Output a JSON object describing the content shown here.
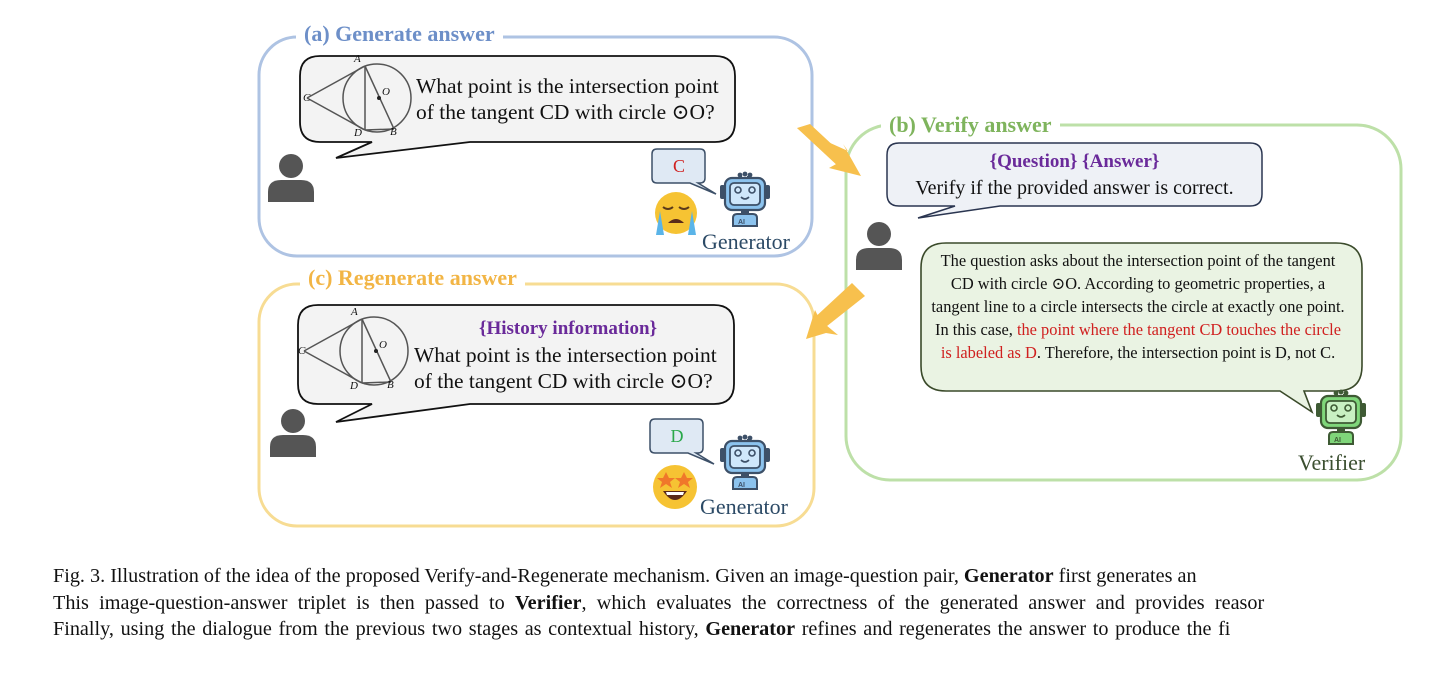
{
  "colors": {
    "panel_a": "#aec3e3",
    "panel_b": "#bde0a8",
    "panel_c": "#f7dc93",
    "title_a": "#6d8fc8",
    "title_b": "#7fb45d",
    "title_c": "#f2b545",
    "arrow": "#f7c04d",
    "emphasis_purple": "#6a2a9a",
    "emphasis_red": "#d0201f",
    "answer_wrong": "#d0201f",
    "answer_right": "#2aa84a"
  },
  "panels": {
    "a": {
      "title": "(a) Generate answer",
      "question_line1": "What point is the intersection point",
      "question_line2": "of the tangent CD with circle ⊙O?",
      "answer": "C",
      "emoji": "crying-face",
      "agent_label": "Generator"
    },
    "b": {
      "title": "(b) Verify answer",
      "prompt_header": "{Question} {Answer}",
      "prompt_text": "Verify if the provided answer is correct.",
      "response_part1": "The question asks about the intersection point of the tangent CD with circle ⊙O. According to geometric properties, a tangent line to a circle intersects the circle at exactly one point. In this case, ",
      "response_highlight": "the point where the tangent CD touches the circle is labeled as D",
      "response_part2": ". Therefore, the intersection point is D, not C.",
      "agent_label": "Verifier"
    },
    "c": {
      "title": "(c) Regenerate answer",
      "prompt_header": "{History information}",
      "question_line1": "What point is the intersection point",
      "question_line2": "of the tangent CD with circle ⊙O?",
      "answer": "D",
      "emoji": "star-struck-face",
      "agent_label": "Generator"
    }
  },
  "geometry_labels": {
    "A": "A",
    "B": "B",
    "C": "C",
    "D": "D",
    "O": "O"
  },
  "caption": {
    "line1_a": "Fig. 3.  Illustration of the idea of the proposed Verify-and-Regenerate mechanism. Given an image-question pair, ",
    "line1_b": "Generator",
    "line1_c": " first generates an",
    "line2_a": "This image-question-answer triplet is then passed to ",
    "line2_b": "Verifier",
    "line2_c": ", which evaluates the correctness of the generated answer and provides reasor",
    "line3_a": "Finally, using the dialogue from the previous two stages as contextual history, ",
    "line3_b": "Generator",
    "line3_c": " refines and regenerates the answer to produce the fi"
  }
}
